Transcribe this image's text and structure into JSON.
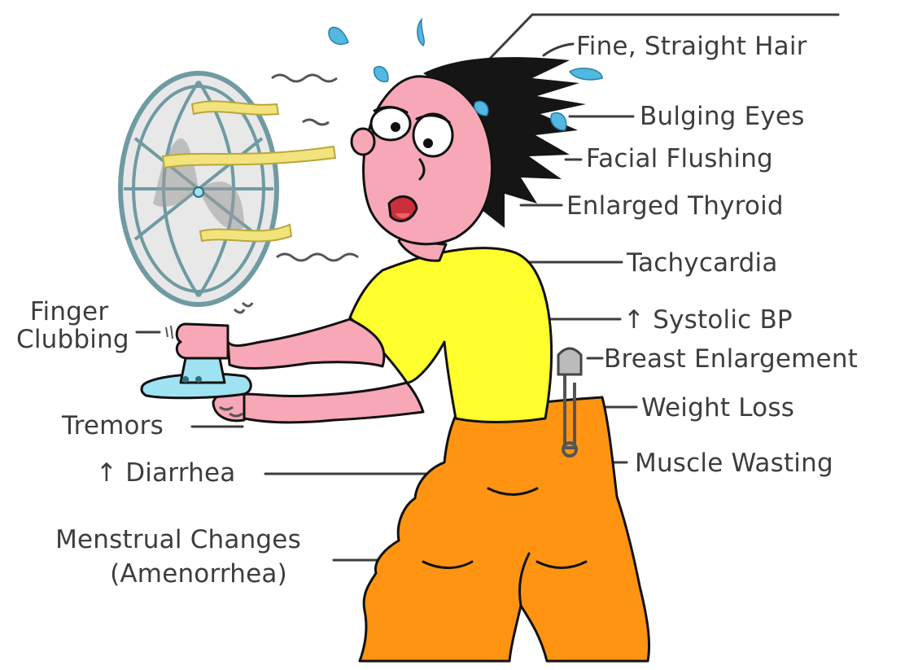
{
  "colors": {
    "skin": "#f7a7b6",
    "shirt": "#ffff2e",
    "pants": "#ff9412",
    "hair": "#151515",
    "fan_base": "#9fe3f2",
    "fan_cage": "#6f9aa2",
    "ribbon": "#f2e37c",
    "sweat": "#52b8e2",
    "label": "#3d3d3d"
  },
  "labels": {
    "fine_straight_hair": "Fine, Straight Hair",
    "bulging_eyes": "Bulging Eyes",
    "facial_flushing": "Facial Flushing",
    "enlarged_thyroid": "Enlarged Thyroid",
    "tachycardia": "Tachycardia",
    "systolic_bp": "↑ Systolic BP",
    "breast_enlargement": "Breast Enlargement",
    "weight_loss": "Weight Loss",
    "muscle_wasting": "Muscle Wasting",
    "finger_clubbing_1": "Finger",
    "finger_clubbing_2": "Clubbing",
    "tremors": "Tremors",
    "diarrhea": "↑ Diarrhea",
    "menstrual_changes_1": "Menstrual Changes",
    "menstrual_changes_2": "(Amenorrhea)"
  }
}
